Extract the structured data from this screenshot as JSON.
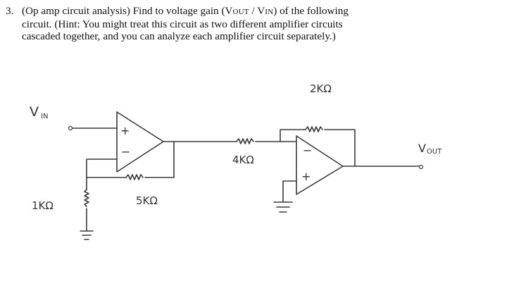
{
  "problem": {
    "number": "3.",
    "line1_a": "(Op amp circuit analysis) Find to voltage gain (V",
    "line1_out": "OUT",
    "line1_sep": " / V",
    "line1_in": "IN",
    "line1_b": ") of the following",
    "line2": "circuit.  (Hint:  You might treat this circuit as two different amplifier circuits",
    "line3": "cascaded together, and you can analyze each amplifier circuit separately.)"
  },
  "circuit": {
    "vin_label": "V",
    "vin_sub": "IN",
    "vout_label": "V",
    "vout_sub": "OUT",
    "r_ground_label": "1KΩ",
    "r_feedback1_label": "5KΩ",
    "r_input2_label": "4KΩ",
    "r_feedback2_label": "2KΩ",
    "opamp1_plus": "+",
    "opamp1_minus": "−",
    "opamp2_plus": "+",
    "opamp2_minus": "−"
  }
}
